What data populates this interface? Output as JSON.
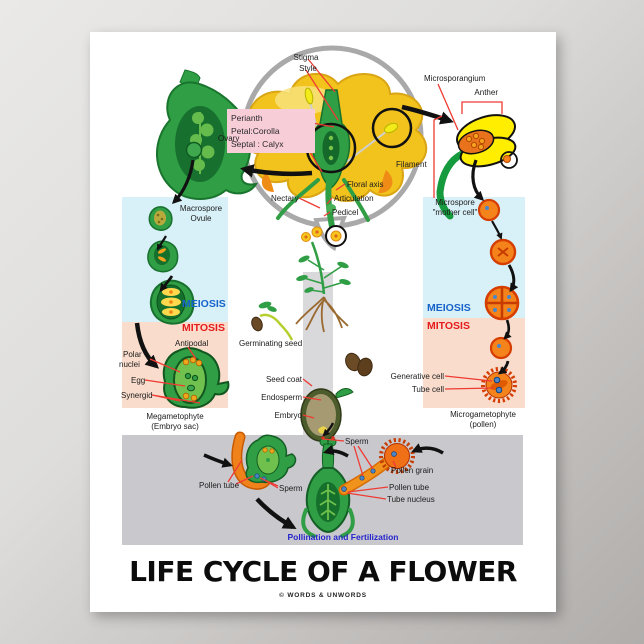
{
  "title": "LIFE CYCLE OF A FLOWER",
  "credit": "© WORDS & UNWORDS",
  "flower": {
    "stigma": "Stigma",
    "style": "Style",
    "perianth": "Perianth",
    "petal_corolla": "Petal:Corolla",
    "septal_calyx": "Septal : Calyx",
    "ovary": "Ovary",
    "nectary": "Nectary",
    "floral_axis": "Floral axis",
    "articulation": "Articulation",
    "pedicel": "Pedicel",
    "filament": "Filament",
    "microsporangium": "Microsporangium",
    "anther": "Anther"
  },
  "female": {
    "macrospore": "Macrospore",
    "ovule": "Ovule",
    "meiosis": "MEIOSIS",
    "mitosis": "MITOSIS",
    "antipodal": "Antipodal",
    "polar": "Polar",
    "nuclei": "nuclei",
    "egg": "Egg",
    "synergid": "Synergid",
    "megagametophyte": "Megametophyte",
    "embryo_sac": "(Embryo sac)"
  },
  "male": {
    "microspore": "Microspore",
    "mother_cell": "\"mother cell\"",
    "meiosis": "MEIOSIS",
    "mitosis": "MITOSIS",
    "generative_cell": "Generative cell",
    "tube_cell": "Tube cell",
    "microgametophyte": "Microgametophyte",
    "pollen": "(pollen)"
  },
  "seed": {
    "germinating_seed": "Germinating seed",
    "seed_coat": "Seed coat",
    "endosperm": "Endosperm",
    "embryo": "Embryo"
  },
  "fertilization": {
    "pollen_tube_left": "Pollen tube",
    "sperm_left": "Sperm",
    "sperm_right": "Sperm",
    "pollen_grain": "Pollen grain",
    "pollen_tube_right": "Pollen tube",
    "tube_nucleus": "Tube nucleus",
    "caption": "Pollination and Fertilization"
  },
  "colors": {
    "meiosis_blue": "#1763c9",
    "mitosis_red": "#e51c1c",
    "caption_blue": "#2525cc",
    "panel_blue": "#d8f0f8",
    "panel_pink": "#f9dccc",
    "panel_gray": "#c9c8cd",
    "leaf_green": "#2f9e44",
    "flower_yellow": "#f2c31d",
    "cell_orange": "#f5831c"
  }
}
